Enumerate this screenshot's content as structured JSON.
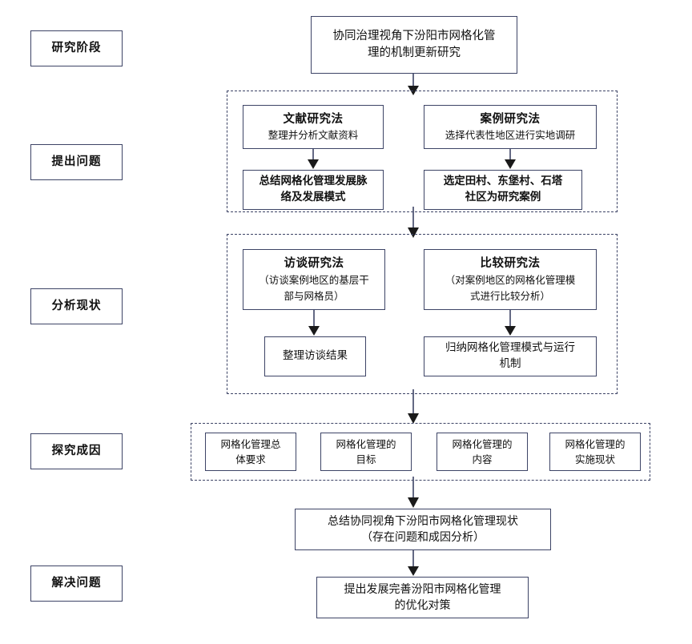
{
  "diagram": {
    "title": "协同治理视角下汾阳市网格化管理的机制更新研究",
    "title_lines": [
      "协同治理视角下汾阳市网格化管",
      "理的机制更新研究"
    ],
    "border_color": "#3d4466",
    "background": "#ffffff",
    "stages": [
      {
        "label": "研究阶段"
      },
      {
        "label": "提出问题"
      },
      {
        "label": "分析现状"
      },
      {
        "label": "探究成因"
      },
      {
        "label": "解决问题"
      }
    ],
    "section_propose": {
      "left_method": {
        "title": "文献研究法",
        "subtitle": "整理并分析文献资料"
      },
      "left_result_lines": [
        "总结网格化管理发展脉",
        "络及发展模式"
      ],
      "right_method": {
        "title": "案例研究法",
        "subtitle": "选择代表性地区进行实地调研"
      },
      "right_result_lines": [
        "选定田村、东堡村、石塔",
        "社区为研究案例"
      ]
    },
    "section_analyze": {
      "left_method": {
        "title": "访谈研究法",
        "subtitle_lines": [
          "（访谈案例地区的基层干",
          "部与网格员）"
        ]
      },
      "left_result": "整理访谈结果",
      "right_method": {
        "title": "比较研究法",
        "subtitle_lines": [
          "（对案例地区的网格化管理模",
          "式进行比较分析）"
        ]
      },
      "right_result_lines": [
        "归纳网格化管理模式与运行",
        "机制"
      ]
    },
    "section_causes": {
      "items": [
        {
          "lines": [
            "网格化管理总",
            "体要求"
          ]
        },
        {
          "lines": [
            "网格化管理的",
            "目标"
          ]
        },
        {
          "lines": [
            "网格化管理的",
            "内容"
          ]
        },
        {
          "lines": [
            "网格化管理的",
            "实施现状"
          ]
        }
      ]
    },
    "summary_box": {
      "lines": [
        "总结协同视角下汾阳市网格化管理现状",
        "（存在问题和成因分析）"
      ]
    },
    "solution_box": {
      "lines": [
        "提出发展完善汾阳市网格化管理",
        "的优化对策"
      ]
    }
  }
}
